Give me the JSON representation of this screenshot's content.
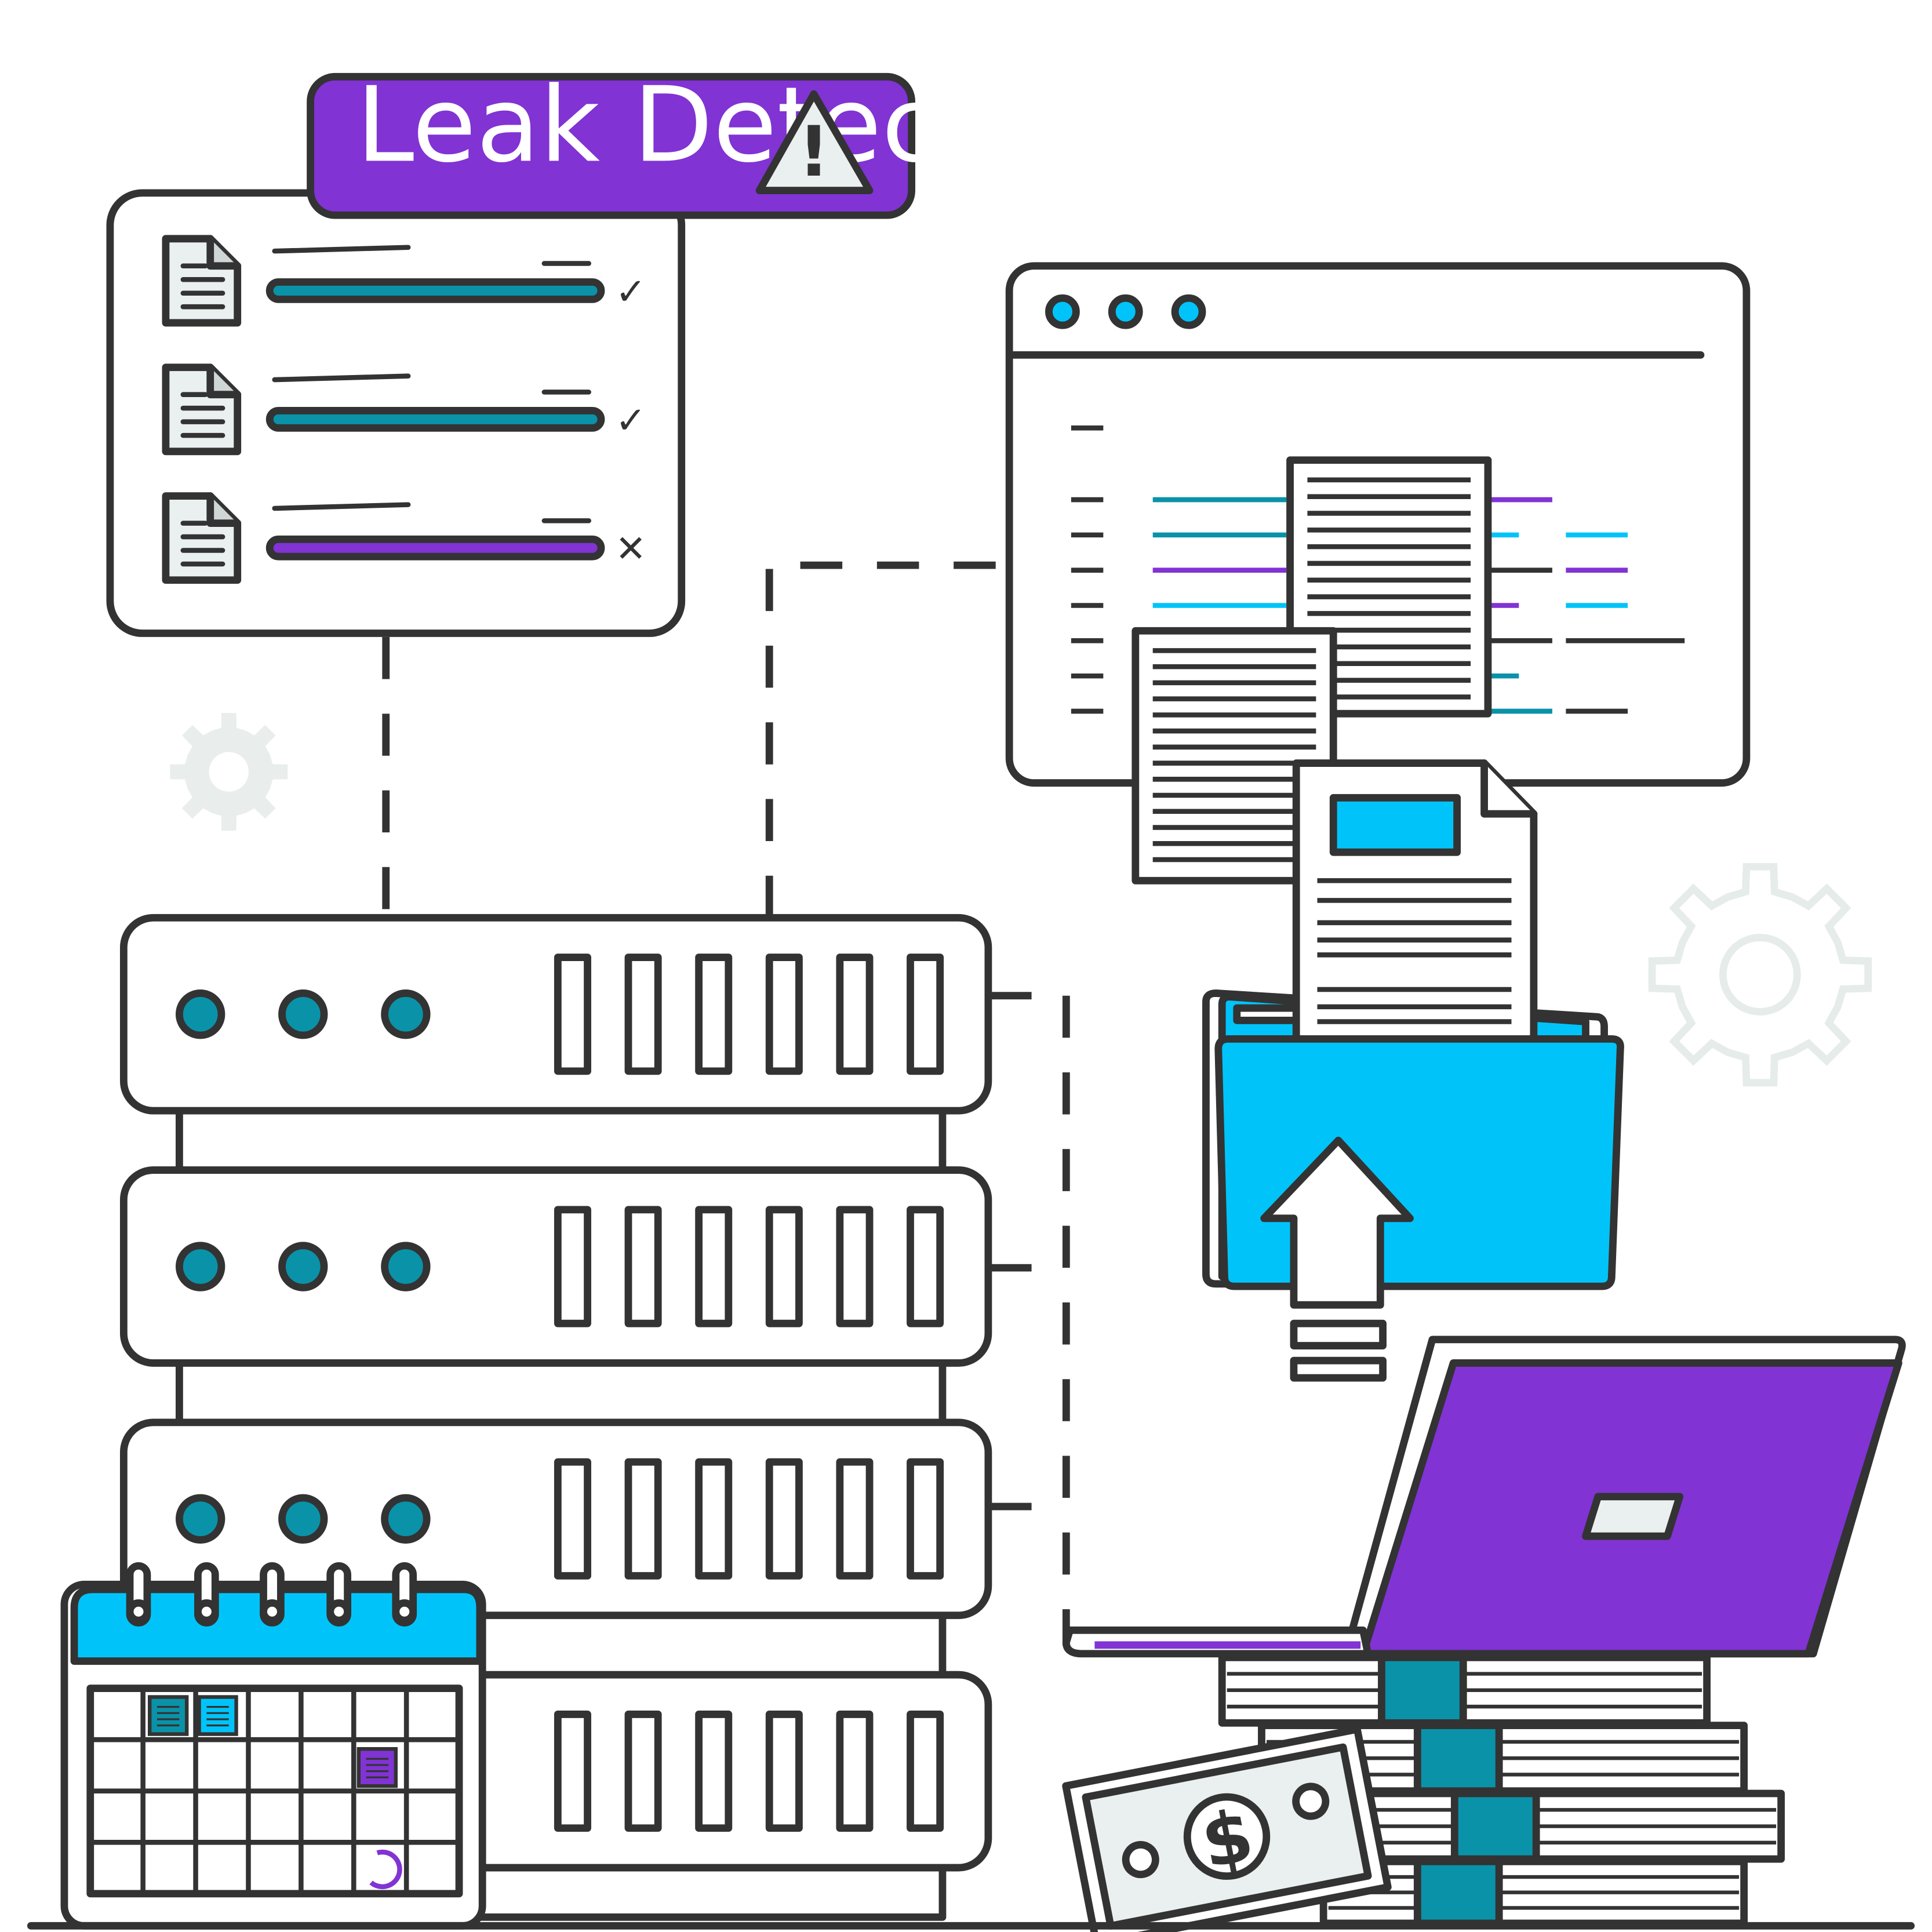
{
  "alert": {
    "label": "Leak Detected",
    "symbol": "!"
  },
  "colors": {
    "purple": "#8133d4",
    "cyan": "#00c4f9",
    "teal": "#0a92a8",
    "outline": "#333333",
    "paper": "#eaf0ef",
    "gear": "#e9eeed"
  },
  "checklist": {
    "rows": [
      {
        "status": "check",
        "bar_color": "teal"
      },
      {
        "status": "check",
        "bar_color": "teal"
      },
      {
        "status": "cross",
        "bar_color": "purple"
      }
    ],
    "status_glyphs": {
      "check": "✓",
      "cross": "✕"
    }
  },
  "icons": [
    "document-icon",
    "gear-icon",
    "browser-window",
    "server-rack",
    "folder-upload-icon",
    "laptop-icon",
    "calendar-icon",
    "money-stack-icon",
    "dollar-bill-icon"
  ],
  "bill": {
    "symbol": "$"
  }
}
